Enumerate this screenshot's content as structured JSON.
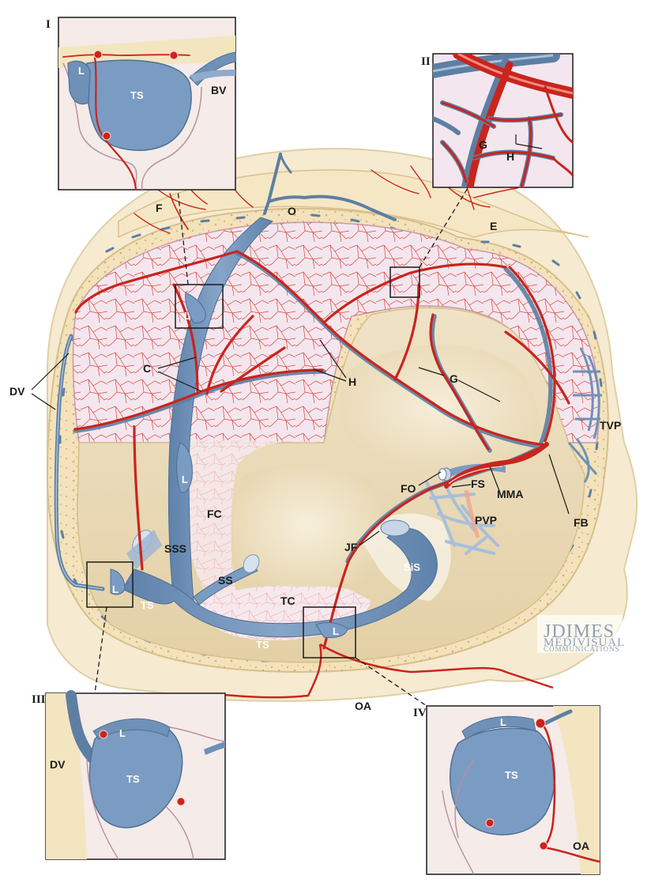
{
  "labels": {
    "I": "I",
    "II": "II",
    "III": "III",
    "IV": "IV",
    "L": "L",
    "TS": "TS",
    "BV": "BV",
    "G": "G",
    "H": "H",
    "F": "F",
    "O": "O",
    "E": "E",
    "C": "C",
    "DV": "DV",
    "TVP": "TVP",
    "FO": "FO",
    "FS": "FS",
    "MMA": "MMA",
    "FB": "FB",
    "PVP": "PVP",
    "JF": "JF",
    "FC": "FC",
    "SSS": "SSS",
    "SS": "SS",
    "SiS": "SiS",
    "TC": "TC",
    "OA": "OA"
  },
  "brand": {
    "line1": "JDIMES",
    "line2": "MEDIVISUAL",
    "line3": "COMMUNICATIONS"
  },
  "colors": {
    "artery": "#c8251d",
    "vein": "#7094bd",
    "bone": "#f5e6c4",
    "dura": "#f4e8ef"
  }
}
